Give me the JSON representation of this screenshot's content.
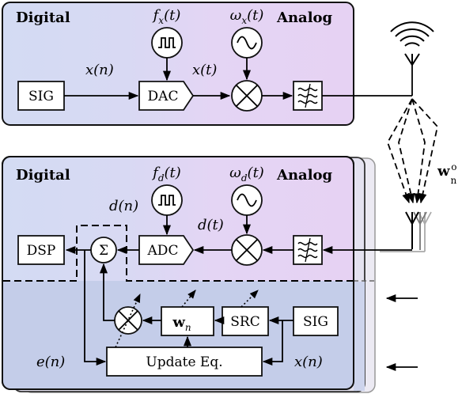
{
  "transmitter": {
    "digital_label": "Digital",
    "analog_label": "Analog",
    "clock_label": "f_x(t)",
    "lo_label": "ω_x(t)",
    "sig_label": "SIG",
    "dac_label": "DAC",
    "xn_label": "x(n)",
    "xt_label": "x(t)"
  },
  "receiver": {
    "digital_label": "Digital",
    "analog_label": "Analog",
    "clock_label": "f_d(t)",
    "lo_label": "ω_d(t)",
    "dn_label": "d(n)",
    "dt_label": "d(t)",
    "dsp_label": "DSP",
    "sum_label": "Σ",
    "adc_label": "ADC",
    "wn_label": "w_n",
    "src_label": "SRC",
    "sig_label": "SIG",
    "update_label": "Update Eq.",
    "en_label": "e(n)",
    "xn_label": "x(n)"
  },
  "channel": {
    "weight_label": "w_n^o"
  },
  "colors": {
    "digital_blue": "#d6dcf0",
    "analog_purple": "#e7d3f2",
    "lower_blue": "#c3cdea",
    "shadow_box": "#e8e8f0"
  }
}
